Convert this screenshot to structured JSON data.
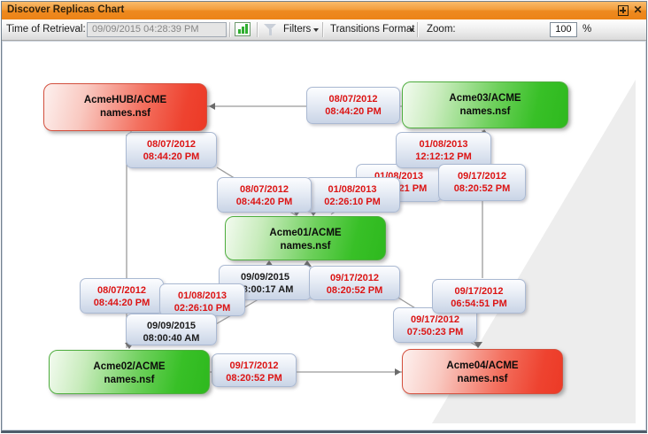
{
  "window": {
    "title": "Discover Replicas Chart",
    "controls": {
      "maximize": "maximize",
      "close_glyph": "✕"
    }
  },
  "toolbar": {
    "retrieval_label": "Time of Retrieval:",
    "retrieval_value": "09/09/2015 04:28:39 PM",
    "filters_label": "Filters",
    "transitions_label": "Transitions Format",
    "zoom_label": "Zoom:",
    "zoom_value": "100",
    "percent_label": "%",
    "icons": [
      "bar-chart-icon",
      "filter-funnel-icon"
    ]
  },
  "colors": {
    "titlebar_orange": "#f39d3c",
    "node_ok_green": "#38c027",
    "node_error_red": "#ee4330",
    "edge_label_bg": "#dfe7f3",
    "edge_label_red_text": "#dc1414",
    "edge_label_black_text": "#1b1b1b",
    "connector_gray": "#9b9b9b"
  },
  "chart": {
    "nodes": [
      {
        "server": "AcmeHUB/ACME",
        "file": "names.nsf",
        "status": "red"
      },
      {
        "server": "Acme03/ACME",
        "file": "names.nsf",
        "status": "green"
      },
      {
        "server": "Acme01/ACME",
        "file": "names.nsf",
        "status": "green"
      },
      {
        "server": "Acme02/ACME",
        "file": "names.nsf",
        "status": "green"
      },
      {
        "server": "Acme04/ACME",
        "file": "names.nsf",
        "status": "red"
      }
    ],
    "edge_labels": [
      {
        "date": "01/08/2013",
        "time": "02:26:21 PM",
        "text_color": "red"
      },
      {
        "date": "01/08/2013",
        "time": "02:26:10 PM",
        "text_color": "red"
      },
      {
        "date": "08/07/2012",
        "time": "08:44:20 PM",
        "text_color": "red"
      },
      {
        "date": "01/08/2013",
        "time": "12:12:12 PM",
        "text_color": "red"
      },
      {
        "date": "09/17/2012",
        "time": "08:20:52 PM",
        "text_color": "red"
      },
      {
        "date": "08/07/2012",
        "time": "08:44:20 PM",
        "text_color": "red"
      },
      {
        "date": "08/07/2012",
        "time": "08:44:20 PM",
        "text_color": "red"
      },
      {
        "date": "09/09/2015",
        "time": "08:00:17 AM",
        "text_color": "black"
      },
      {
        "date": "09/17/2012",
        "time": "08:20:52 PM",
        "text_color": "red"
      },
      {
        "date": "08/07/2012",
        "time": "08:44:20 PM",
        "text_color": "red"
      },
      {
        "date": "01/08/2013",
        "time": "02:26:10 PM",
        "text_color": "red"
      },
      {
        "date": "09/09/2015",
        "time": "08:00:40 AM",
        "text_color": "black"
      },
      {
        "date": "09/17/2012",
        "time": "07:50:23 PM",
        "text_color": "red"
      },
      {
        "date": "09/17/2012",
        "time": "06:54:51 PM",
        "text_color": "red"
      },
      {
        "date": "09/17/2012",
        "time": "08:20:52 PM",
        "text_color": "red"
      }
    ]
  }
}
